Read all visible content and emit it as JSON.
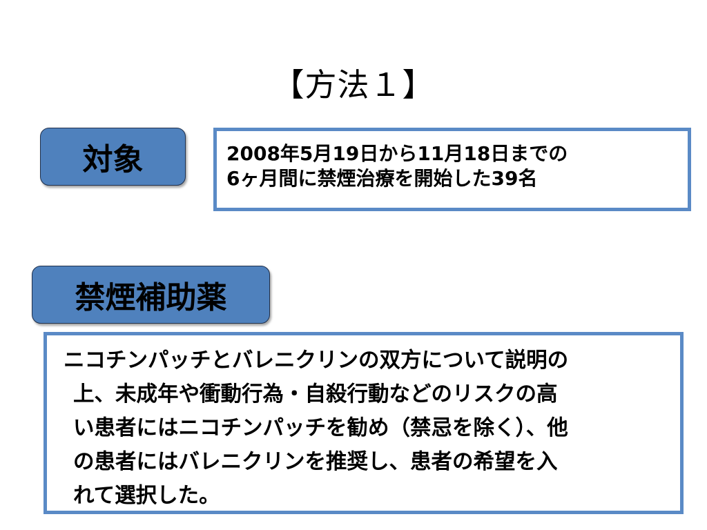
{
  "title": "【方法１】",
  "sections": {
    "target": {
      "label": "対象",
      "lines": [
        "2008年5月19日から11月18日までの",
        "6ヶ月間に禁煙治療を開始した39名"
      ]
    },
    "smoking_aid": {
      "label": "禁煙補助薬",
      "lines": [
        "ニコチンパッチとバレニクリンの双方について説明の",
        "上、未成年や衝動行為・自殺行動などのリスクの高",
        "い患者にはニコチンパッチを勧め（禁忌を除く）、他",
        "の患者にはバレニクリンを推奨し、患者の希望を入",
        "れて選択した。"
      ]
    }
  },
  "colors": {
    "badge_fill": "#4f81bd",
    "box_border": "#5a8ac6"
  }
}
